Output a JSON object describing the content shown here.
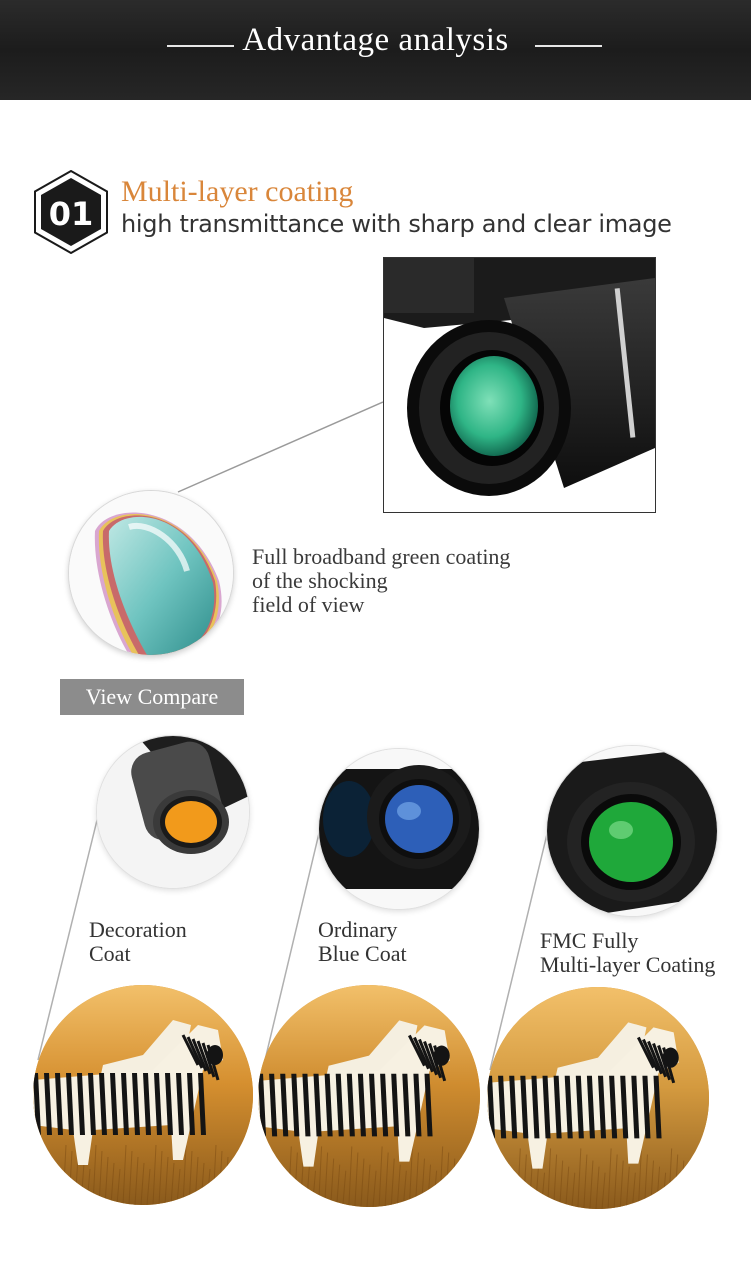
{
  "banner": {
    "title": "Advantage analysis",
    "background_color": "#222222"
  },
  "feature": {
    "number": "01",
    "title": "Multi-layer coating",
    "subtitle": "high transmittance with sharp and clear image",
    "title_color": "#d9863a"
  },
  "coating_description": {
    "lines": [
      "Full broadband green coating",
      "of the shocking",
      "field of view"
    ]
  },
  "compare": {
    "label": "View Compare",
    "tag_color": "#8c8c8c",
    "items": [
      {
        "lines": [
          "Decoration",
          "Coat"
        ],
        "lens_color": "#f29a1b",
        "zebra_tint": "#d58f2f"
      },
      {
        "lines": [
          "Ordinary",
          "Blue Coat"
        ],
        "lens_color": "#2d5fb8",
        "zebra_tint": "#cf8c2f"
      },
      {
        "lines": [
          "FMC Fully",
          "Multi-layer Coating"
        ],
        "lens_color": "#1fa83a",
        "zebra_tint": "#d49a3f"
      }
    ]
  }
}
